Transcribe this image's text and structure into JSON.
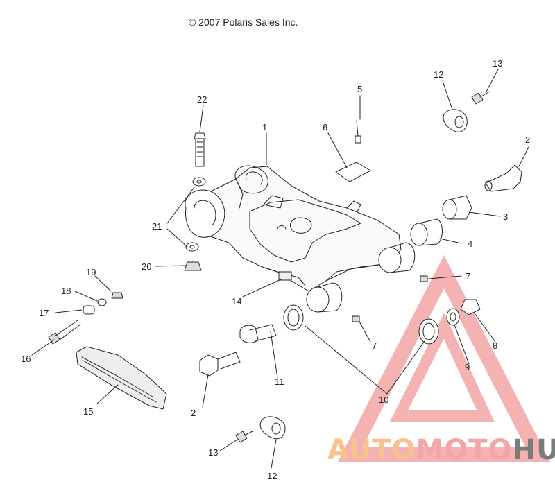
{
  "copyright": "© 2007 Polaris Sales Inc.",
  "callouts": {
    "c1": "1",
    "c2a": "2",
    "c2b": "2",
    "c3": "3",
    "c4": "4",
    "c5": "5",
    "c6": "6",
    "c7a": "7",
    "c7b": "7",
    "c8": "8",
    "c9": "9",
    "c10": "10",
    "c11": "11",
    "c12a": "12",
    "c12b": "12",
    "c13a": "13",
    "c13b": "13",
    "c14": "14",
    "c15": "15",
    "c16": "16",
    "c17": "17",
    "c18": "18",
    "c19": "19",
    "c20": "20",
    "c21": "21",
    "c22": "22"
  },
  "watermark": {
    "part1": "AUTO",
    "part2": "MOTO",
    "part3": "HUB",
    "colors": {
      "orange": "#f7c38d",
      "red": "#f2a6a6",
      "gray": "#7b7b7b"
    }
  }
}
